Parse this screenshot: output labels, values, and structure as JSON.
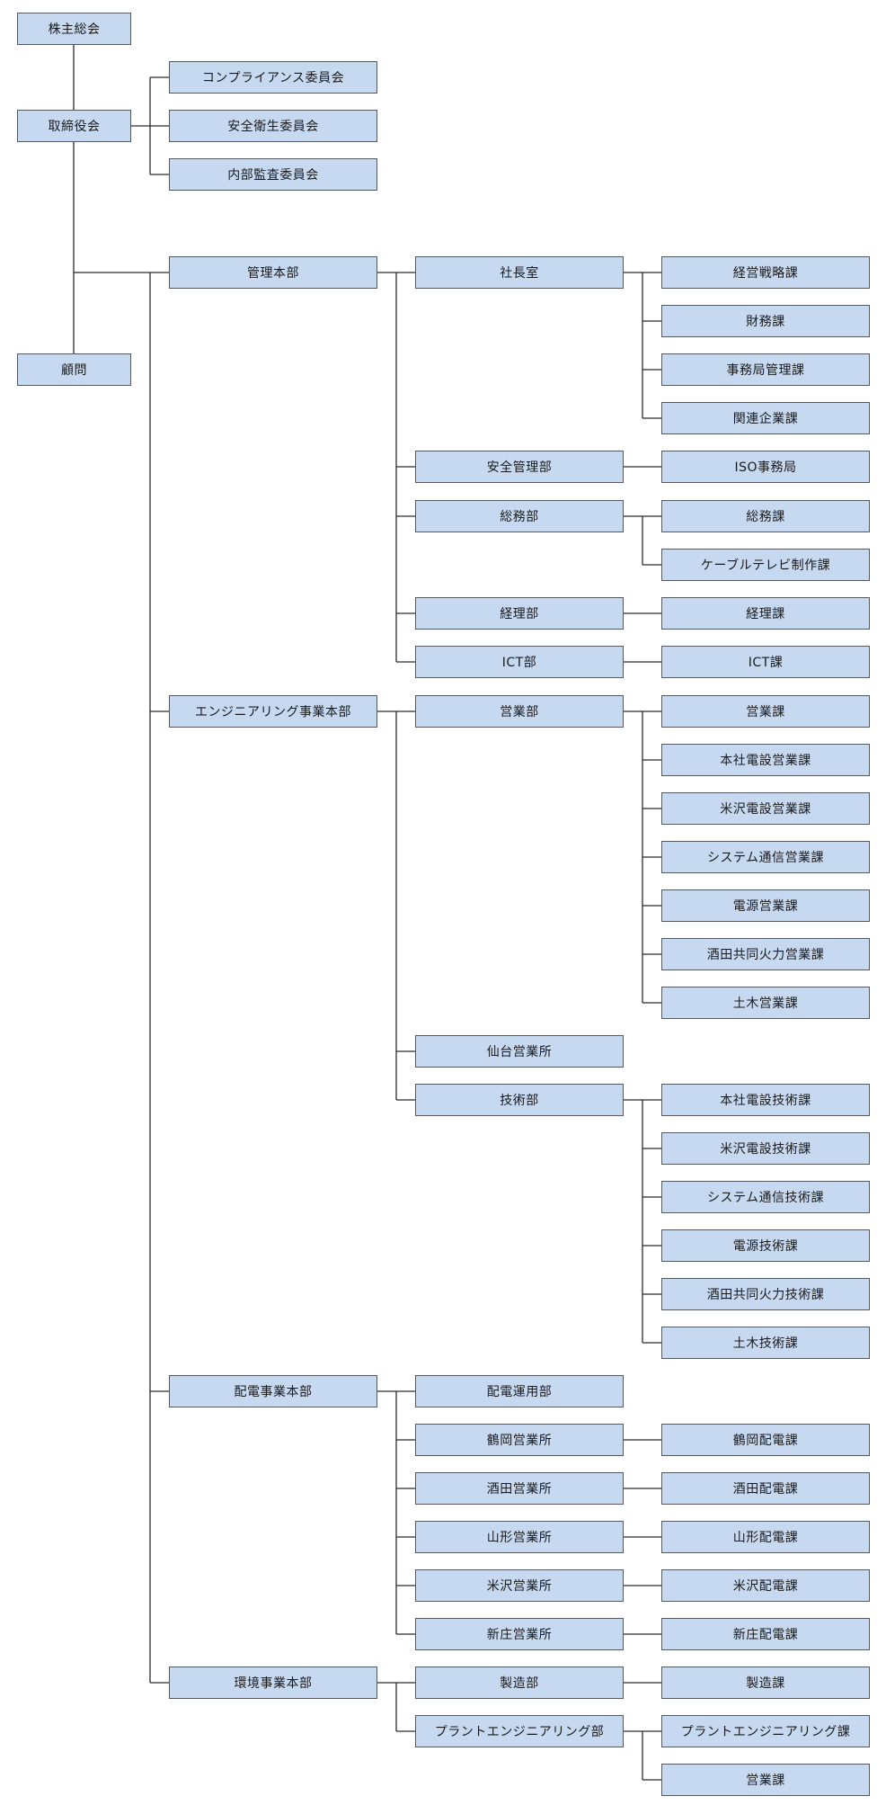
{
  "org": {
    "shareholders": "株主総会",
    "board": "取締役会",
    "advisor": "顧問",
    "committees": [
      "コンプライアンス委員会",
      "安全衛生委員会",
      "内部監査委員会"
    ],
    "hq_admin": {
      "name": "管理本部",
      "president_office": {
        "name": "社長室",
        "sections": [
          "経営戦略課",
          "財務課",
          "事務局管理課",
          "関連企業課"
        ]
      },
      "safety": {
        "name": "安全管理部",
        "sections": [
          "ISO事務局"
        ]
      },
      "general_affairs": {
        "name": "総務部",
        "sections": [
          "総務課",
          "ケーブルテレビ制作課"
        ]
      },
      "accounting": {
        "name": "経理部",
        "sections": [
          "経理課"
        ]
      },
      "ict": {
        "name": "ICT部",
        "sections": [
          "ICT課"
        ]
      }
    },
    "hq_engineering": {
      "name": "エンジニアリング事業本部",
      "sales": {
        "name": "営業部",
        "sections": [
          "営業課",
          "本社電設営業課",
          "米沢電設営業課",
          "システム通信営業課",
          "電源営業課",
          "酒田共同火力営業課",
          "土木営業課"
        ]
      },
      "sendai": {
        "name": "仙台営業所"
      },
      "technical": {
        "name": "技術部",
        "sections": [
          "本社電設技術課",
          "米沢電設技術課",
          "システム通信技術課",
          "電源技術課",
          "酒田共同火力技術課",
          "土木技術課"
        ]
      }
    },
    "hq_power": {
      "name": "配電事業本部",
      "operation": {
        "name": "配電運用部"
      },
      "tsuruoka": {
        "name": "鶴岡営業所",
        "sections": [
          "鶴岡配電課"
        ]
      },
      "sakata": {
        "name": "酒田営業所",
        "sections": [
          "酒田配電課"
        ]
      },
      "yamagata": {
        "name": "山形営業所",
        "sections": [
          "山形配電課"
        ]
      },
      "yonezawa": {
        "name": "米沢営業所",
        "sections": [
          "米沢配電課"
        ]
      },
      "shinjo": {
        "name": "新庄営業所",
        "sections": [
          "新庄配電課"
        ]
      }
    },
    "hq_environment": {
      "name": "環境事業本部",
      "manufacturing": {
        "name": "製造部",
        "sections": [
          "製造課"
        ]
      },
      "plant": {
        "name": "プラントエンジニアリング部",
        "sections": [
          "プラントエンジニアリング課",
          "営業課"
        ]
      }
    }
  },
  "colors": {
    "box_fill": "#c6d9f1",
    "box_border": "#555a61",
    "line": "#2b2b2b"
  }
}
